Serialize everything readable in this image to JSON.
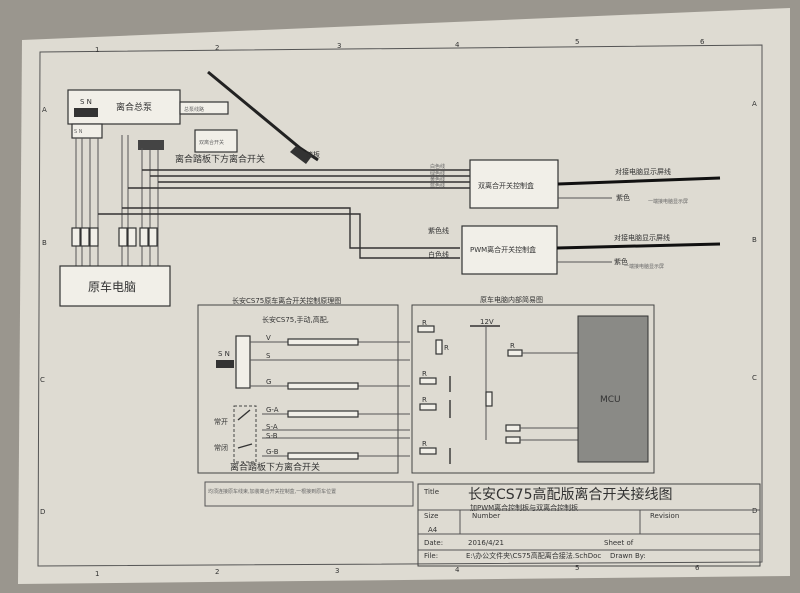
{
  "border": {
    "col_numbers": [
      "1",
      "2",
      "3",
      "4",
      "5",
      "6"
    ],
    "row_letters": [
      "A",
      "B",
      "C",
      "D"
    ]
  },
  "top": {
    "clutch_main_pump": "离合总泵",
    "sn_label": "S N",
    "pump_small_label": "总泵线路",
    "dual_clutch_switch": "双离合开关",
    "pedal_label": "踏板",
    "pedal_lower_switch": "离合踏板下方离合开关",
    "wire_a": "白色线",
    "wire_b": "绿色线",
    "wire_c": "黄色线",
    "wire_d": "蓝色线",
    "dual_controller": "双离合开关控制盒",
    "to_display_1": "对接电脑显示屏线",
    "purple_1": "紫色",
    "note_1": "一端接电脑显示屏",
    "purple_wire": "紫色线",
    "white_wire": "白色线",
    "pwm_controller": "PWM离合开关控制盒",
    "to_display_2": "对接电脑显示屏线",
    "purple_2": "紫色",
    "note_2": "一端接电脑显示屏",
    "original_ecu": "原车电脑"
  },
  "schematic_left": {
    "title": "长安CS75原车离合开关控制原理图",
    "subtitle": "长安CS75,手动,高配,",
    "pins": [
      "V",
      "S",
      "G",
      "G-A",
      "S-A",
      "S-B",
      "G-B"
    ],
    "sn_label": "S N",
    "normally_open": "常开",
    "normally_closed": "常闭",
    "bottom_label": "离合踏板下方离合开关"
  },
  "schematic_right": {
    "title": "原车电脑内部简易图",
    "voltage": "12V",
    "resistor": "R",
    "mcu": "MCU"
  },
  "note_box": "均须连接原车线束,加装离合开关控制盒,一根接到原车位置",
  "title_block": {
    "title_label": "Title",
    "title": "长安CS75高配版离合开关接线图",
    "subtitle": "加PWM离合控制板与双离合控制板",
    "size_label": "Size",
    "size_value": "A4",
    "number_label": "Number",
    "revision_label": "Revision",
    "date_label": "Date:",
    "date_value": "2016/4/21",
    "sheet_label": "Sheet of",
    "file_label": "File:",
    "file_value": "E:\\办公文件夹\\CS75高配离合接法.SchDoc",
    "drawn_label": "Drawn By:"
  }
}
